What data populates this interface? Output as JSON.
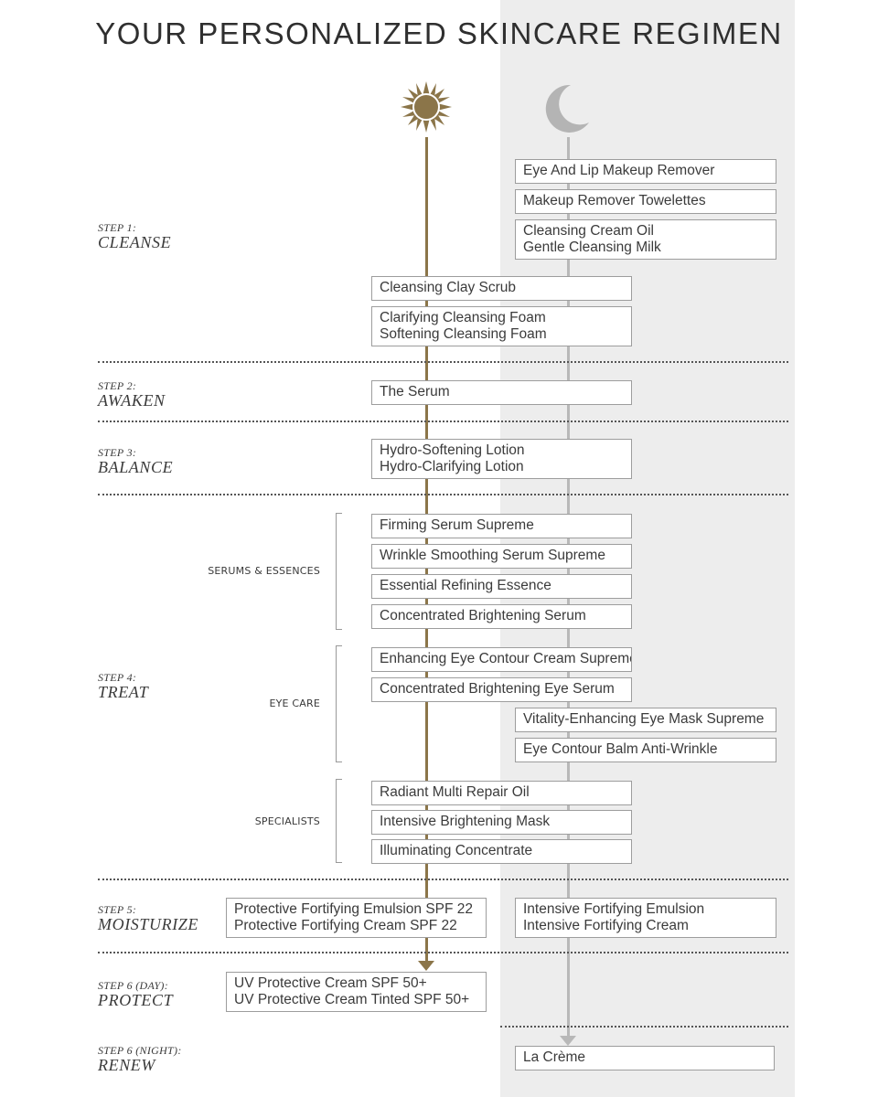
{
  "title": "YOUR PERSONALIZED SKINCARE REGIMEN",
  "icons": {
    "day": "sun-icon",
    "night": "moon-icon"
  },
  "colors": {
    "day_line": "#8b7549",
    "night_line": "#b8b8b8",
    "night_panel": "#ededed"
  },
  "steps": [
    {
      "num": "STEP 1:",
      "name": "CLEANSE"
    },
    {
      "num": "STEP 2:",
      "name": "AWAKEN"
    },
    {
      "num": "STEP 3:",
      "name": "BALANCE"
    },
    {
      "num": "STEP 4:",
      "name": "TREAT"
    },
    {
      "num": "STEP 5:",
      "name": "MOISTURIZE"
    },
    {
      "num": "STEP 6 (DAY):",
      "name": "PROTECT"
    },
    {
      "num": "STEP 6 (NIGHT):",
      "name": "RENEW"
    }
  ],
  "groups": [
    "SERUMS & ESSENCES",
    "EYE CARE",
    "SPECIALISTS"
  ],
  "products": {
    "eye_lip_remover": [
      "Eye And Lip Makeup Remover"
    ],
    "towelettes": [
      "Makeup Remover Towelettes"
    ],
    "cleansing_oil_milk": [
      "Cleansing Cream Oil",
      "Gentle Cleansing Milk"
    ],
    "clay_scrub": [
      "Cleansing Clay Scrub"
    ],
    "cleansing_foams": [
      "Clarifying Cleansing Foam",
      "Softening Cleansing Foam"
    ],
    "serum": [
      "The Serum"
    ],
    "lotions": [
      "Hydro-Softening Lotion",
      "Hydro-Clarifying Lotion"
    ],
    "firming_serum": [
      "Firming Serum Supreme"
    ],
    "wrinkle_serum": [
      "Wrinkle Smoothing Serum Supreme"
    ],
    "refining_essence": [
      "Essential Refining Essence"
    ],
    "brightening_serum": [
      "Concentrated Brightening Serum"
    ],
    "eye_contour_cream": [
      "Enhancing Eye Contour Cream Supreme"
    ],
    "brightening_eye_serum": [
      "Concentrated Brightening Eye Serum"
    ],
    "eye_mask": [
      "Vitality-Enhancing Eye Mask Supreme"
    ],
    "eye_balm": [
      "Eye Contour Balm Anti-Wrinkle"
    ],
    "repair_oil": [
      "Radiant Multi Repair Oil"
    ],
    "brightening_mask": [
      "Intensive Brightening Mask"
    ],
    "illuminating_concentrate": [
      "Illuminating Concentrate"
    ],
    "day_moisturizers": [
      "Protective Fortifying Emulsion SPF 22",
      "Protective Fortifying Cream SPF 22"
    ],
    "night_moisturizers": [
      "Intensive Fortifying Emulsion",
      "Intensive Fortifying Cream"
    ],
    "uv_protection": [
      "UV Protective Cream SPF 50+",
      "UV Protective Cream Tinted SPF 50+"
    ],
    "la_creme": [
      "La Crème"
    ]
  }
}
